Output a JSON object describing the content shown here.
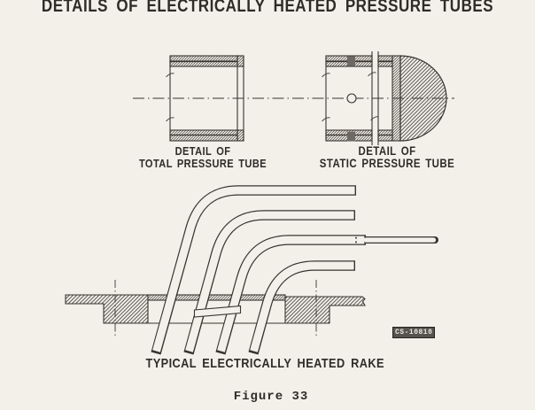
{
  "page": {
    "background": "#f3f0ea",
    "ink": "#38342f"
  },
  "title": "DETAILS OF ELECTRICALLY HEATED PRESSURE TUBES",
  "details": {
    "total": {
      "caption_line1": "DETAIL OF",
      "caption_line2": "TOTAL PRESSURE TUBE"
    },
    "static": {
      "caption_line1": "DETAIL OF",
      "caption_line2": "STATIC PRESSURE TUBE"
    }
  },
  "rake": {
    "caption": "TYPICAL ELECTRICALLY HEATED RAKE",
    "stamp": "CS-10810"
  },
  "figure": {
    "label": "Figure 33"
  }
}
